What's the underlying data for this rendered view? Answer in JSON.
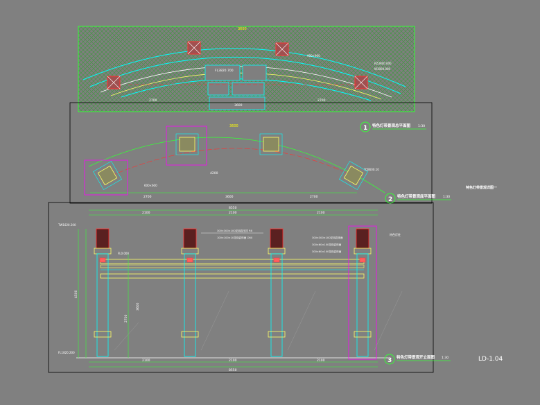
{
  "drawing": {
    "sheet_number": "LD-1.04",
    "side_note": "特色灯带景观详图一",
    "views": [
      {
        "number": "1",
        "title": "特色灯带景观总平面图",
        "scale": "1:30"
      },
      {
        "number": "2",
        "title": "特色灯带景观底平面图",
        "scale": "1:30"
      },
      {
        "number": "3",
        "title": "特色灯带景观开立面图",
        "scale": "1:30"
      }
    ]
  },
  "plan_labels": {
    "top_dim": "3600",
    "center_a": "FL3820.700",
    "center_b": "3600",
    "left_base": "2700",
    "right_base": "2700",
    "note_r1": "RZ3800.000",
    "note_r2": "W3000.000",
    "note_l": "900×900"
  },
  "base_labels": {
    "arc_dim": "3600",
    "mid_a": "4200",
    "mid_b": "3600",
    "left_base": "2700",
    "right_base": "2700",
    "note_a": "600×600",
    "note_b": "TCB600.10"
  },
  "elev_labels": {
    "top_total": "8550",
    "top_segments": [
      "2100",
      "2100",
      "2100"
    ],
    "bottom_total": "8550",
    "bottom_segments": [
      "2100",
      "2100",
      "2100"
    ],
    "left_tags": [
      "TW1820.200",
      "FL1820.200"
    ],
    "height_dims": [
      "4500",
      "2700",
      "3600"
    ],
    "callouts": [
      "300×300×100花岗岩压顶 P.B",
      "100×100×10花岗岩饰面 ∅60",
      "300×300×100花岗岩饰面",
      "300×60×100花岗岩饰面",
      "300×60×100花岗岩饰面"
    ],
    "right_note": "特色灯柱",
    "level_mark": "FL0.000"
  }
}
